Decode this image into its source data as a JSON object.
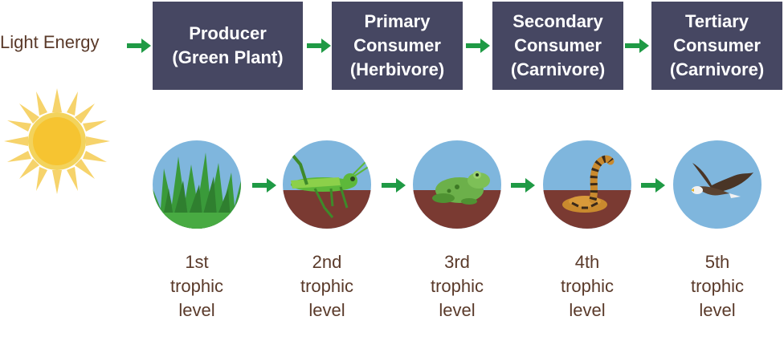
{
  "source": {
    "label": "Light Energy"
  },
  "chain": [
    {
      "line1": "Producer",
      "line2": "(Green Plant)",
      "line3": ""
    },
    {
      "line1": "Primary",
      "line2": "Consumer",
      "line3": "(Herbivore)"
    },
    {
      "line1": "Secondary",
      "line2": "Consumer",
      "line3": "(Carnivore)"
    },
    {
      "line1": "Tertiary",
      "line2": "Consumer",
      "line3": "(Carnivore)"
    }
  ],
  "levels": [
    {
      "ordinal": "1st",
      "word1": "trophic",
      "word2": "level",
      "icon": "grass-icon"
    },
    {
      "ordinal": "2nd",
      "word1": "trophic",
      "word2": "level",
      "icon": "grasshopper-icon"
    },
    {
      "ordinal": "3rd",
      "word1": "trophic",
      "word2": "level",
      "icon": "frog-icon"
    },
    {
      "ordinal": "4th",
      "word1": "trophic",
      "word2": "level",
      "icon": "snake-icon"
    },
    {
      "ordinal": "5th",
      "word1": "trophic",
      "word2": "level",
      "icon": "eagle-icon"
    }
  ],
  "colors": {
    "box": "#464762",
    "arrow": "#1f9a45",
    "text": "#5a3a2a",
    "sky": "#7fb6dd",
    "soil": "#7a3a32",
    "grass": "#3a9a3a",
    "sun": "#f6c431"
  }
}
